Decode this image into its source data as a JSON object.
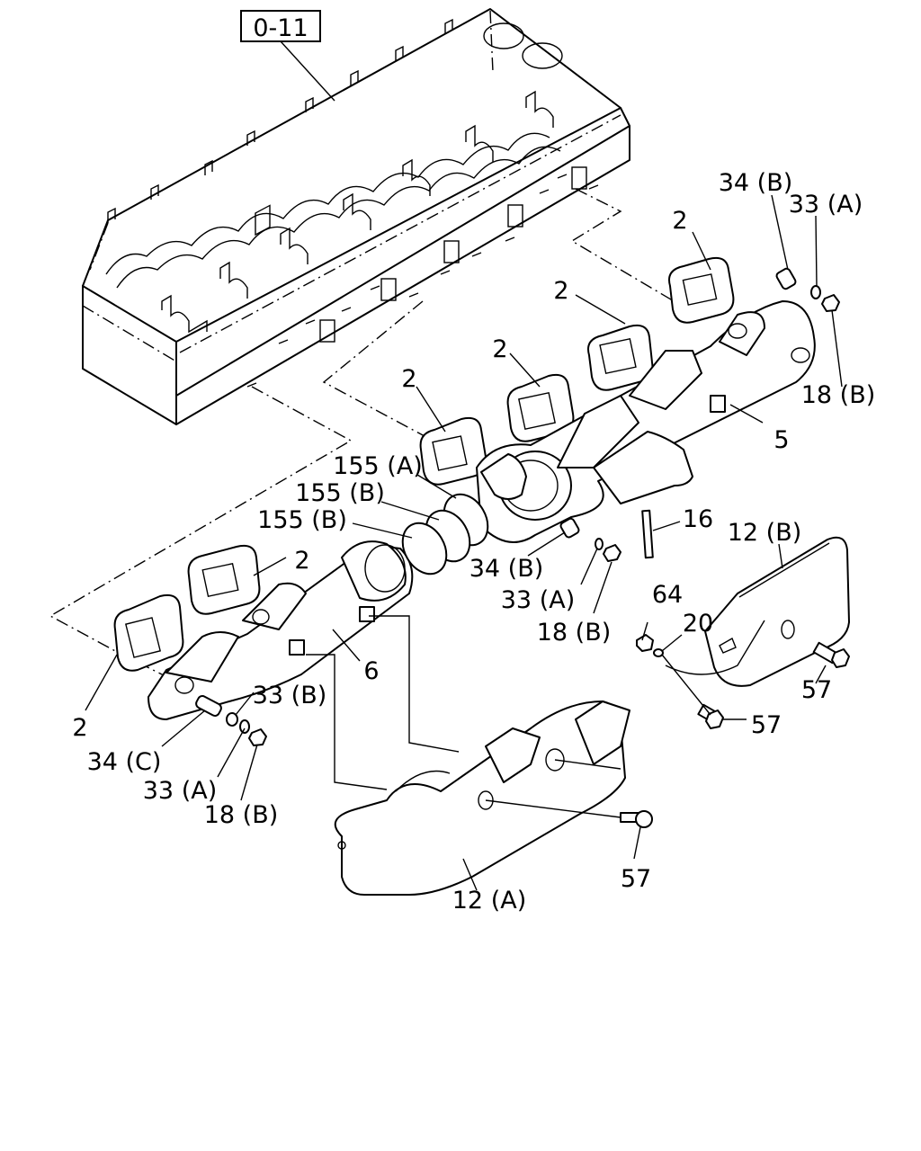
{
  "reference": "0-11",
  "labels": {
    "p2_a": "2",
    "p2_b": "2",
    "p2_c": "2",
    "p2_d": "2",
    "p2_e": "2",
    "p2_f": "2",
    "p34b_top": "34 (B)",
    "p33a_top": "33 (A)",
    "p18b_top": "18 (B)",
    "p5": "5",
    "p16": "16",
    "p155a": "155 (A)",
    "p155b_1": "155 (B)",
    "p155b_2": "155 (B)",
    "p34b_mid": "34 (B)",
    "p33a_mid": "33 (A)",
    "p18b_mid": "18 (B)",
    "p12b": "12 (B)",
    "p64": "64",
    "p20": "20",
    "p57_a": "57",
    "p57_b": "57",
    "p6": "6",
    "p33b": "33 (B)",
    "p34c": "34 (C)",
    "p33a_bot": "33 (A)",
    "p18b_bot": "18 (B)",
    "p57_c": "57",
    "p12a": "12 (A)"
  }
}
